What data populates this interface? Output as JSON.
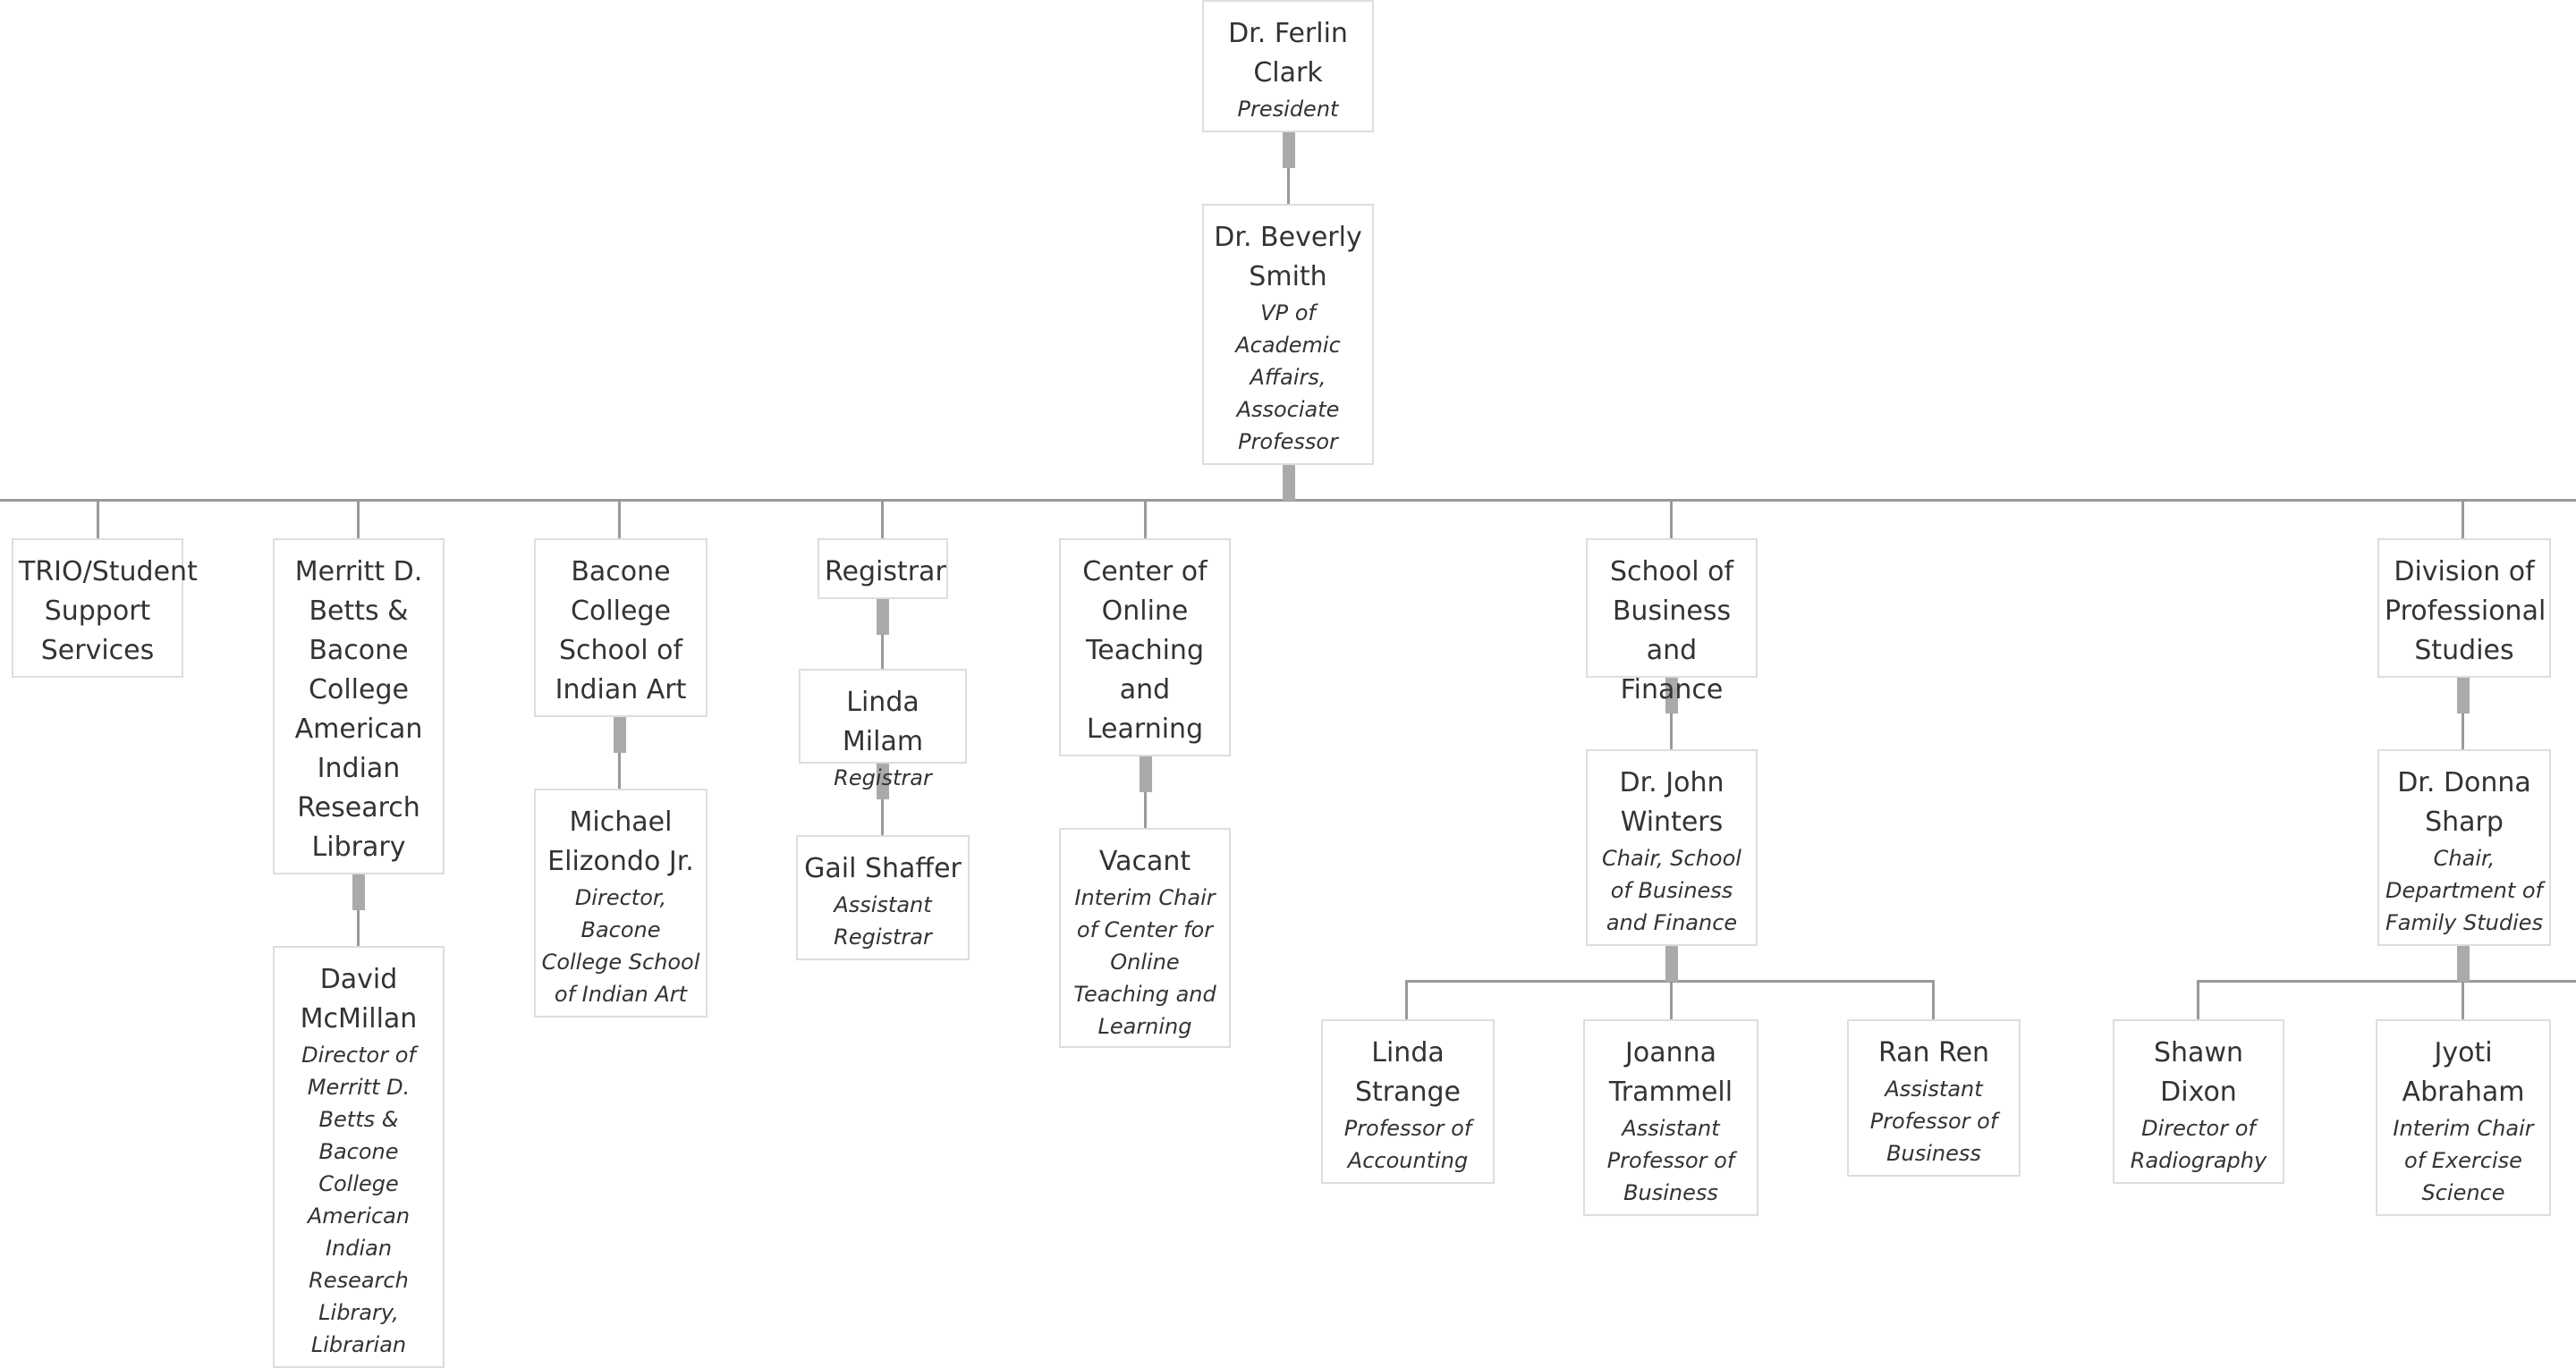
{
  "nodes": {
    "president": {
      "name": "Dr. Ferlin Clark",
      "title": "President"
    },
    "vp_academic": {
      "name": "Dr. Beverly Smith",
      "title": "VP of Academic Affairs, Associate Professor"
    },
    "trio": {
      "name": "TRIO/Student Support Services"
    },
    "library": {
      "name": "Merritt D. Betts & Bacone College American Indian Research Library"
    },
    "library_director": {
      "name": "David McMillan",
      "title": "Director of Merritt D. Betts & Bacone College American Indian Research Library, Librarian"
    },
    "art_school": {
      "name": "Bacone College School of Indian Art"
    },
    "art_director": {
      "name": "Michael Elizondo Jr.",
      "title": "Director, Bacone College School of Indian Art"
    },
    "registrar_office": {
      "name": "Registrar"
    },
    "registrar": {
      "name": "Linda Milam",
      "title": "Registrar"
    },
    "asst_registrar": {
      "name": "Gail Shaffer",
      "title": "Assistant Registrar"
    },
    "online_center": {
      "name": "Center of Online Teaching and Learning"
    },
    "online_chair": {
      "name": "Vacant",
      "title": "Interim Chair of Center for Online Teaching and Learning"
    },
    "business_school": {
      "name": "School of Business and Finance"
    },
    "business_chair": {
      "name": "Dr. John Winters",
      "title": "Chair, School of Business and Finance"
    },
    "strange": {
      "name": "Linda Strange",
      "title": "Professor of Accounting"
    },
    "trammell": {
      "name": "Joanna Trammell",
      "title": "Assistant Professor of Business"
    },
    "ren": {
      "name": "Ran Ren",
      "title": "Assistant Professor of Business"
    },
    "prof_studies": {
      "name": "Division of Professional Studies"
    },
    "family_chair": {
      "name": "Dr. Donna Sharp",
      "title": "Chair, Department of Family Studies"
    },
    "dixon": {
      "name": "Shawn Dixon",
      "title": "Director of Radiography"
    },
    "abraham": {
      "name": "Jyoti Abraham",
      "title": "Interim Chair of Exercise Science"
    }
  },
  "colors": {
    "line": "#999999",
    "tab": "#aaaaaa",
    "border": "#dddddd",
    "text": "#333333"
  }
}
